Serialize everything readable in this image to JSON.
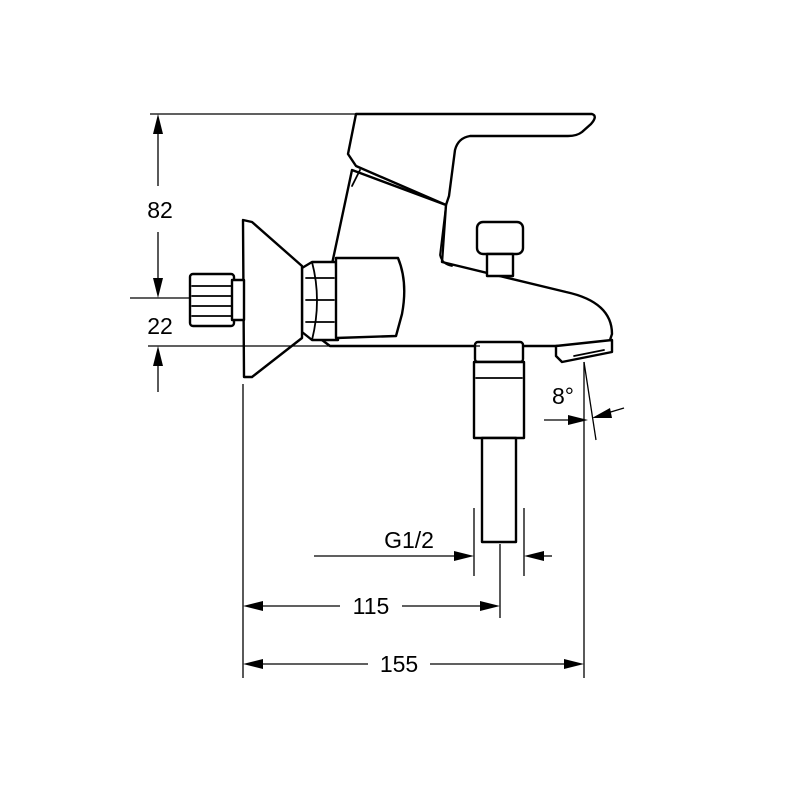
{
  "dimensions": {
    "height_top": "82",
    "height_bottom": "22",
    "spout_angle": "8°",
    "thread": "G1/2",
    "outlet_offset": "115",
    "overall_depth": "155"
  },
  "colors": {
    "line": "#000000",
    "background": "#ffffff"
  }
}
